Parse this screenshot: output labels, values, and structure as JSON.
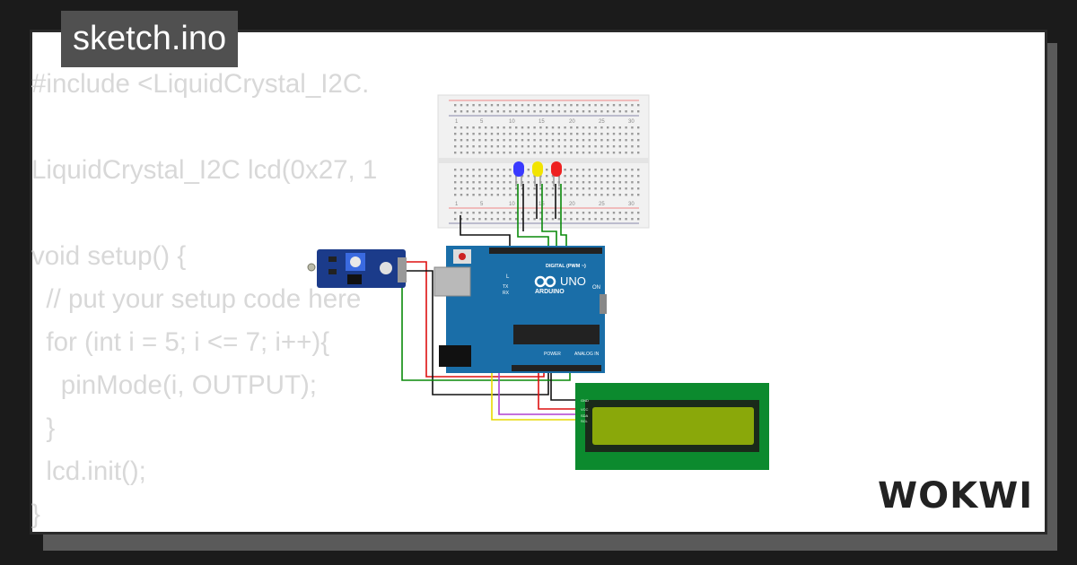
{
  "file_tab": {
    "title": "sketch.ino"
  },
  "code_lines": [
    "#include <LiquidCrystal_I2C.",
    "",
    "LiquidCrystal_I2C lcd(0x27, 1",
    "",
    "void setup() {",
    "  // put your setup code here",
    "  for (int i = 5; i <= 7; i++){",
    "    pinMode(i, OUTPUT);",
    "  }",
    "  lcd.init();",
    "}"
  ],
  "breadboard": {
    "column_numbers": [
      "1",
      "5",
      "10",
      "15",
      "20",
      "25",
      "30"
    ]
  },
  "arduino": {
    "brand": "ARDUINO",
    "model": "UNO",
    "digital_label": "DIGITAL (PWM ~)",
    "power_label": "POWER",
    "analog_label": "ANALOG IN",
    "on_label": "ON",
    "l_label": "L",
    "tx_label": "TX",
    "rx_label": "RX"
  },
  "lcd_pins": [
    "GND",
    "VCC",
    "SDA",
    "SCL"
  ],
  "leds": [
    {
      "name": "blue",
      "color": "#3a3aff"
    },
    {
      "name": "yellow",
      "color": "#f2e400"
    },
    {
      "name": "red",
      "color": "#ee2222"
    }
  ],
  "colors": {
    "board_blue": "#1a6ea8",
    "lcd_green": "#0c8a2e",
    "lcd_screen": "#8aa80a",
    "wire_green": "#0a8a0a",
    "wire_red": "#dd1111",
    "wire_black": "#111111",
    "wire_yellow": "#e8d800",
    "wire_purple": "#b040d0"
  },
  "brand_logo": "WOKWI"
}
